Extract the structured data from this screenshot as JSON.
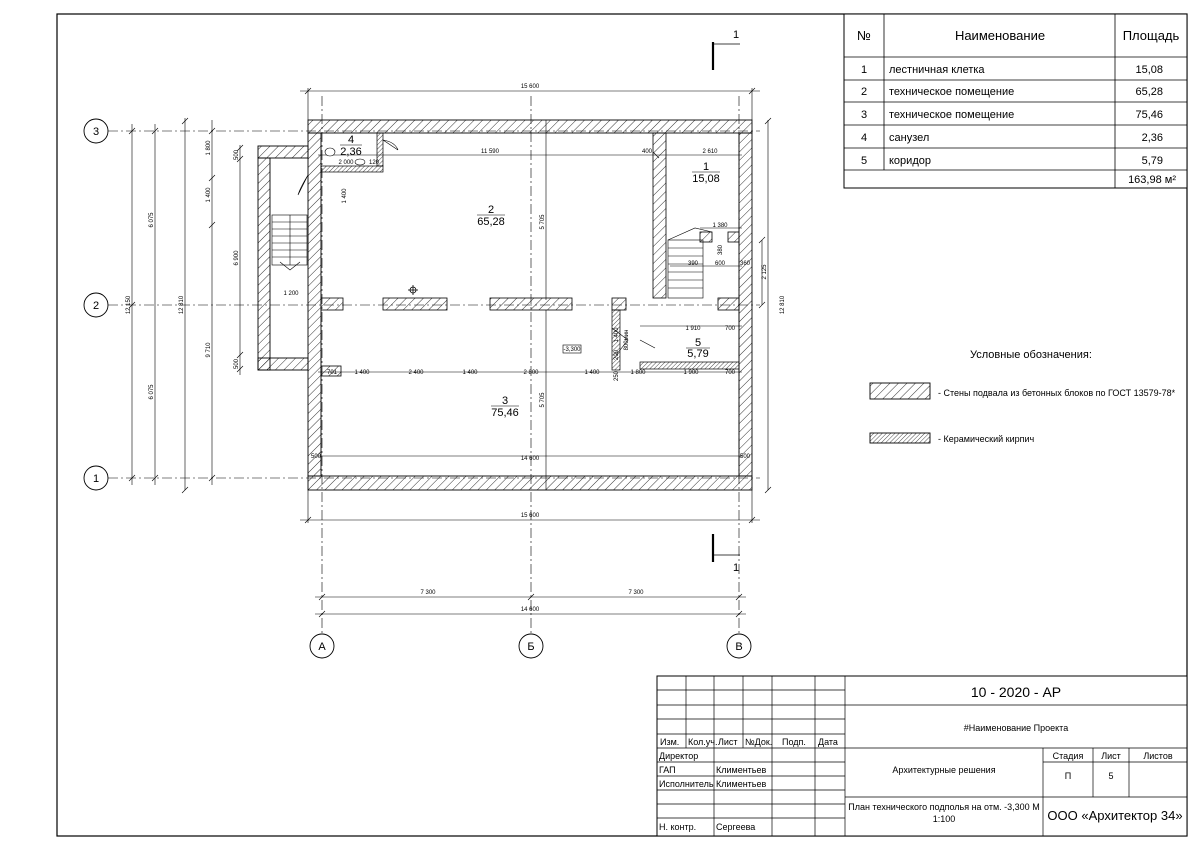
{
  "section_mark": "1",
  "axes": {
    "rows": [
      {
        "label": "3"
      },
      {
        "label": "2"
      },
      {
        "label": "1"
      }
    ],
    "cols": [
      {
        "label": "А"
      },
      {
        "label": "Б"
      },
      {
        "label": "В"
      }
    ]
  },
  "dims": {
    "top_total": "15 600",
    "bottom_total": "15 600",
    "bottom_axis_total": "14 600",
    "bottom_axis_a": "7 300",
    "bottom_axis_b": "7 300",
    "left_12150": "12 150",
    "left_12810": "12 810",
    "left_6075_top": "6 075",
    "left_6075_bot": "6 075",
    "left_1800": "1 800",
    "left_1400": "1 400",
    "left_6900": "6 900",
    "left_9710": "9 710",
    "left_500a": "500",
    "left_500b": "500",
    "right_12810": "12 810",
    "right_2125": "2 125",
    "inner_11590": "11 590",
    "inner_400": "400",
    "inner_2610": "2 610",
    "inner_2000": "2 000",
    "inner_120": "120",
    "inner_1200": "1 200",
    "inner_1400_v": "1 400",
    "inner_5705_top": "5 705",
    "inner_5705_bot": "5 705",
    "inner_14600": "14 600",
    "inner_500_l": "500",
    "inner_500_r": "500",
    "inner_1380": "1 380",
    "inner_380": "380",
    "inner_390": "390",
    "inner_600": "600",
    "inner_360": "360",
    "inner_1910": "1 910",
    "inner_700a": "700",
    "inner_700b": "700",
    "inner_1400_cor": "1 400",
    "inner_200": "200",
    "inner_800min": "800мин",
    "row_701": "701",
    "row_1400a": "1 400",
    "row_2400": "2 400",
    "row_1400b": "1 400",
    "row_2800": "2 800",
    "row_1400c": "1 400",
    "row_1800": "1 800",
    "row_1900": "1 900",
    "row_250": "250",
    "level_mark": "-3,300"
  },
  "rooms": [
    {
      "num": "1",
      "area": "15,08"
    },
    {
      "num": "2",
      "area": "65,28"
    },
    {
      "num": "3",
      "area": "75,46"
    },
    {
      "num": "4",
      "area": "2,36"
    },
    {
      "num": "5",
      "area": "5,79"
    }
  ],
  "room_table": {
    "headers": [
      "№",
      "Наименование",
      "Площадь"
    ],
    "rows": [
      {
        "num": "1",
        "name": "лестничная клетка",
        "area": "15,08"
      },
      {
        "num": "2",
        "name": "техническое помещение",
        "area": "65,28"
      },
      {
        "num": "3",
        "name": "техническое помещение",
        "area": "75,46"
      },
      {
        "num": "4",
        "name": "санузел",
        "area": "2,36"
      },
      {
        "num": "5",
        "name": "коридор",
        "area": "5,79"
      }
    ],
    "total": "163,98 м²"
  },
  "legend": {
    "title": "Условные обозначения:",
    "items": [
      {
        "text": "- Стены подвала из бетонных блоков по ГОСТ  13579-78*"
      },
      {
        "text": "- Керамический кирпич"
      }
    ]
  },
  "title_block": {
    "code": "10 - 2020 - АР",
    "project": "#Наименование Проекта",
    "col_headers": [
      "Изм.",
      "Кол.уч.",
      "Лист",
      "№Док.",
      "Подп.",
      "Дата"
    ],
    "roles": [
      {
        "role": "Директор",
        "name": ""
      },
      {
        "role": "ГАП",
        "name": "Климентьев"
      },
      {
        "role": "Исполнитель",
        "name": "Климентьев"
      },
      {
        "role": "",
        "name": ""
      },
      {
        "role": "Н. контр.",
        "name": "Сергеева"
      }
    ],
    "section": "Архитектурные решения",
    "stage_header": "Стадия",
    "sheet_header": "Лист",
    "sheets_header": "Листов",
    "stage": "П",
    "sheet": "5",
    "sheets": "",
    "drawing_line1": "План технического подполья на отм. -3,300  М",
    "drawing_line2": "1:100",
    "company": "ООО «Архитектор 34»"
  },
  "colors": {
    "line": "#000000",
    "hatch": "#000000",
    "axis": "#000000"
  }
}
